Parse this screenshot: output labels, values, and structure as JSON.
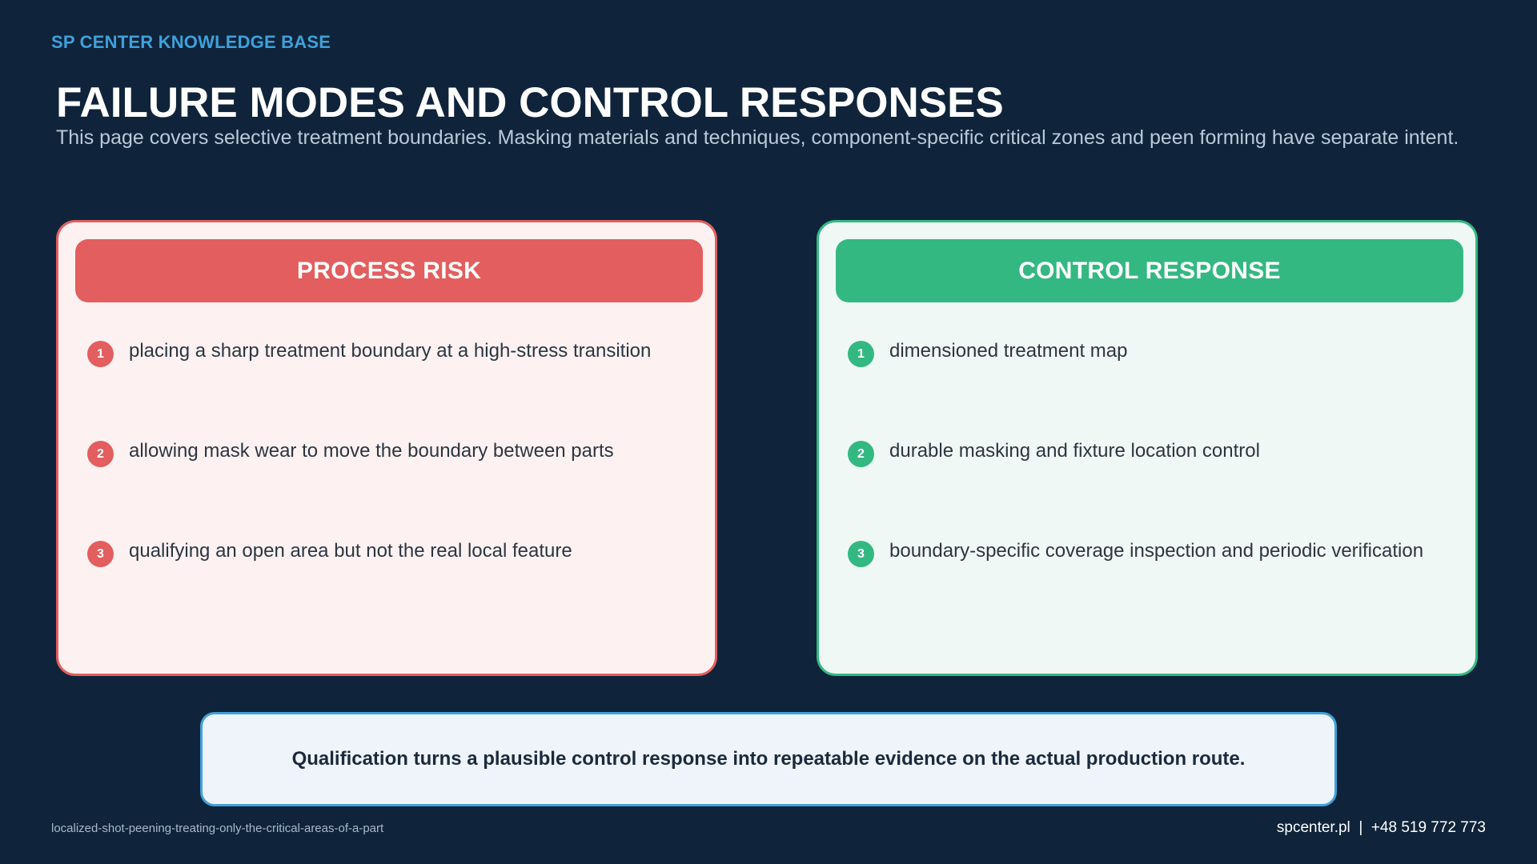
{
  "brand": "SP CENTER KNOWLEDGE BASE",
  "title": "FAILURE MODES AND CONTROL RESPONSES",
  "subtitle": "This page covers selective treatment boundaries. Masking materials and techniques, component-specific critical zones and peen forming have separate intent.",
  "risk": {
    "header": "PROCESS RISK",
    "items": [
      {
        "num": "1",
        "text": "placing a sharp treatment boundary at a high-stress transition"
      },
      {
        "num": "2",
        "text": "allowing mask wear to move the boundary between parts"
      },
      {
        "num": "3",
        "text": "qualifying an open area but not the real local feature"
      }
    ]
  },
  "control": {
    "header": "CONTROL RESPONSE",
    "items": [
      {
        "num": "1",
        "text": "dimensioned treatment map"
      },
      {
        "num": "2",
        "text": "durable masking and fixture location control"
      },
      {
        "num": "3",
        "text": "boundary-specific coverage inspection and periodic verification"
      }
    ]
  },
  "callout": "Qualification turns a plausible control response into repeatable evidence on the actual production route.",
  "footer": {
    "slug": "localized-shot-peening-treating-only-the-critical-areas-of-a-part",
    "contact": "spcenter.pl  |  +48 519 772 773"
  },
  "colors": {
    "background": "#0f243a",
    "accent": "#3fa1dc",
    "risk": "#e35e5e",
    "control": "#34b882"
  }
}
